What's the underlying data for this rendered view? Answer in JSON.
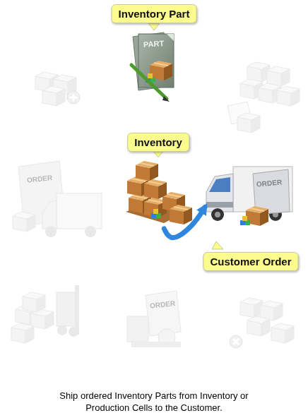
{
  "diagram": {
    "caption": "Ship ordered Inventory Parts from Inventory or Production Cells to the Customer.",
    "nodes": [
      {
        "text": [
          "Inventory Part"
        ]
      },
      {
        "text": [
          "Inventory"
        ]
      },
      {
        "text": [
          "Customer Order"
        ]
      }
    ],
    "edges": [
      {
        "from": 1,
        "to": 2,
        "arrow": "to"
      }
    ],
    "labels": [
      "PART",
      "ORDER",
      "ORDER",
      "ORDER"
    ]
  }
}
